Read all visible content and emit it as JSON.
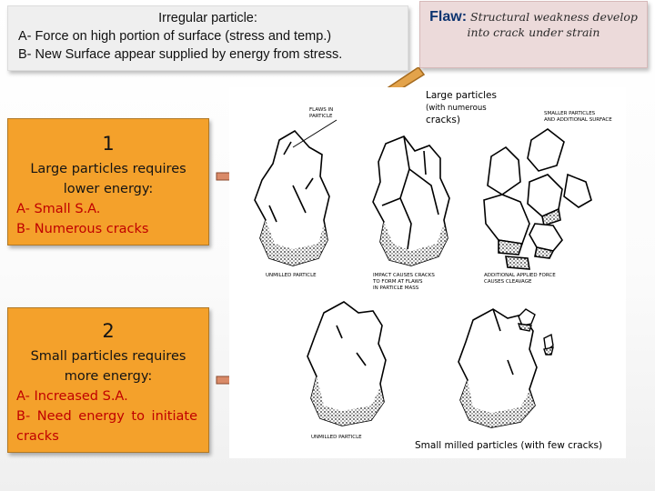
{
  "definition": {
    "title": "Irregular particle:",
    "line_a": "A- Force on high portion of surface (stress and temp.)",
    "line_b": "B- New Surface appear supplied by energy from stress."
  },
  "flaw": {
    "label": "Flaw:",
    "text_1": "Structural weakness develop",
    "text_2": "into crack under strain"
  },
  "box1": {
    "number": "1",
    "heading_1": "Large particles requires",
    "heading_2": "lower energy:",
    "point_a": "A- Small S.A.",
    "point_b": "B- Numerous cracks"
  },
  "box2": {
    "number": "2",
    "heading_1": "Small particles requires",
    "heading_2": "more energy:",
    "point_a": "A- Increased S.A.",
    "point_b": "B- Need energy to initiate cracks"
  },
  "figure": {
    "large_caption_1": "Large particles",
    "large_caption_2": "(with numerous",
    "large_caption_3": "cracks)",
    "small_caption": "Small milled particles (with few cracks)",
    "flaws_label_1": "FLAWS IN",
    "flaws_label_2": "PARTICLE",
    "smaller_label_1": "SMALLER PARTICLES",
    "smaller_label_2": "AND ADDITIONAL SURFACE",
    "unmilled_1": "UNMILLED PARTICLE",
    "impact_1": "IMPACT CAUSES CRACKS",
    "impact_2": "TO FORM AT FLAWS",
    "impact_3": "IN PARTICLE MASS",
    "additional_1": "ADDITIONAL APPLIED FORCE",
    "additional_2": "CAUSES CLEAVAGE",
    "unmilled_2": "UNMILLED PARTICLE"
  },
  "colors": {
    "orange_box": "#f4a12b",
    "red_text": "#c00000",
    "flaw_blue": "#0d3470",
    "arrow_fill": "#e3a34b"
  }
}
